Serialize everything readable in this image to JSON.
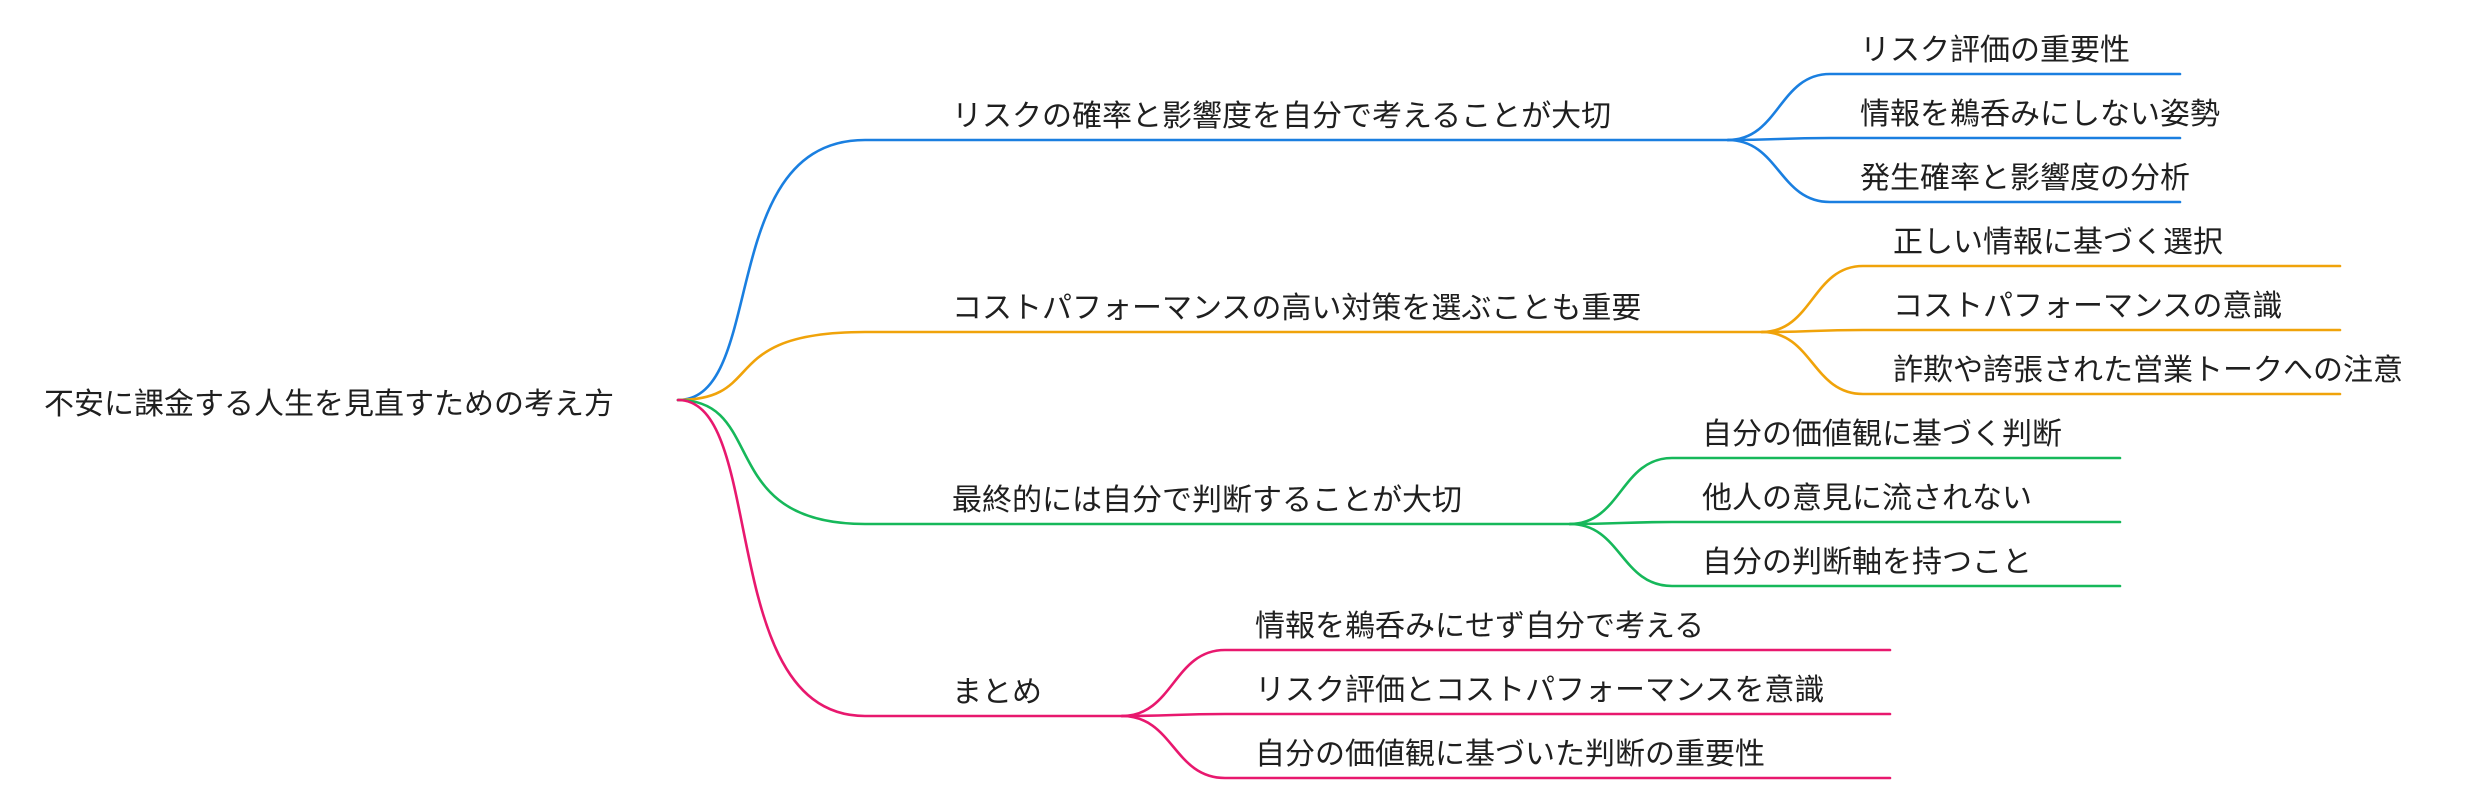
{
  "root": {
    "label": "不安に課金する人生を見直すための考え方"
  },
  "branches": [
    {
      "label": "リスクの確率と影響度を自分で考えることが大切",
      "color": "#1a7fe0",
      "children": [
        {
          "label": "リスク評価の重要性"
        },
        {
          "label": "情報を鵜呑みにしない姿勢"
        },
        {
          "label": "発生確率と影響度の分析"
        }
      ]
    },
    {
      "label": "コストパフォーマンスの高い対策を選ぶことも重要",
      "color": "#f0a30a",
      "children": [
        {
          "label": "正しい情報に基づく選択"
        },
        {
          "label": "コストパフォーマンスの意識"
        },
        {
          "label": "詐欺や誇張された営業トークへの注意"
        }
      ]
    },
    {
      "label": "最終的には自分で判断することが大切",
      "color": "#16b85a",
      "children": [
        {
          "label": "自分の価値観に基づく判断"
        },
        {
          "label": "他人の意見に流されない"
        },
        {
          "label": "自分の判断軸を持つこと"
        }
      ]
    },
    {
      "label": "まとめ",
      "color": "#e8186e",
      "children": [
        {
          "label": "情報を鵜呑みにせず自分で考える"
        },
        {
          "label": "リスク評価とコストパフォーマンスを意識"
        },
        {
          "label": "自分の価値観に基づいた判断の重要性"
        }
      ]
    }
  ]
}
